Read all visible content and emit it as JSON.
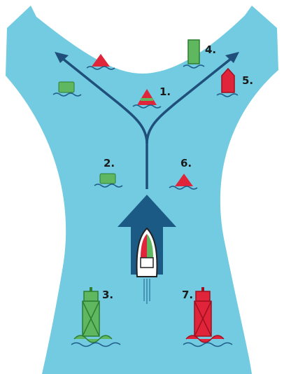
{
  "markers": [
    {
      "id": "1",
      "label": "1."
    },
    {
      "id": "2",
      "label": "2."
    },
    {
      "id": "3",
      "label": "3."
    },
    {
      "id": "4",
      "label": "4."
    },
    {
      "id": "5",
      "label": "5."
    },
    {
      "id": "6",
      "label": "6."
    },
    {
      "id": "7",
      "label": "7."
    }
  ],
  "colors": {
    "water": "#72cbe0",
    "route": "#1f4f7a",
    "green_buoy": "#5fb85f",
    "green_dark": "#2e7d32",
    "red_buoy": "#e0243a",
    "red_dark": "#a01020",
    "wave": "#1f5d8a"
  }
}
